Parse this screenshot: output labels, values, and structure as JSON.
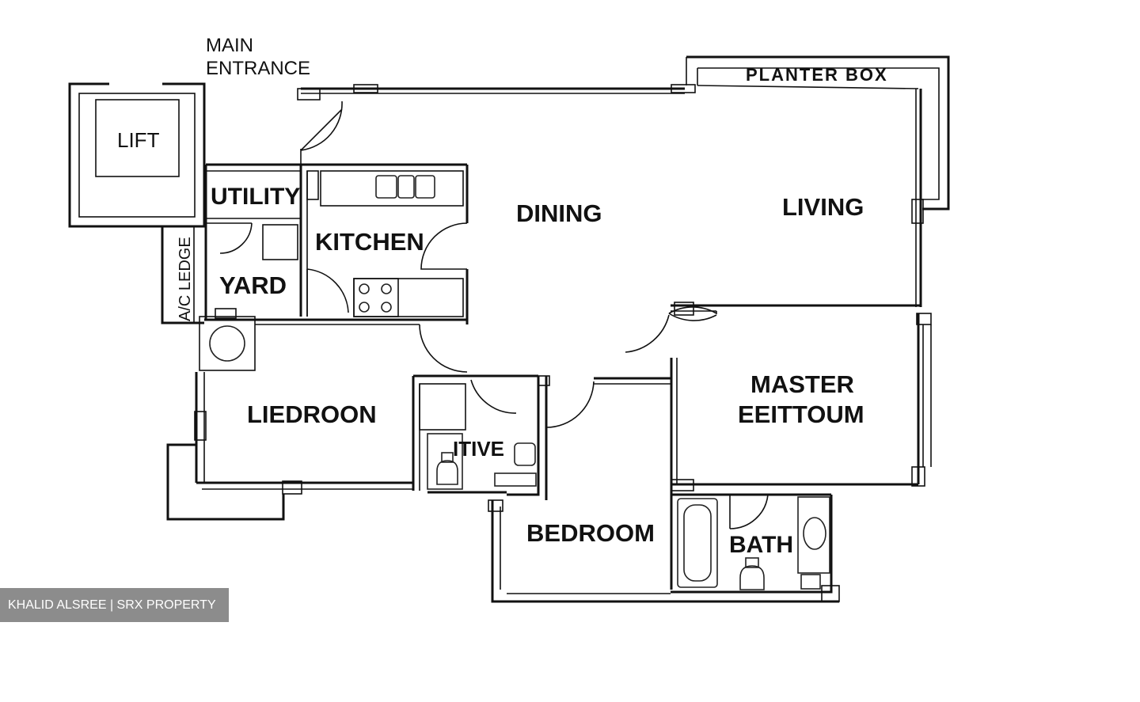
{
  "plan": {
    "labels": {
      "main_entrance_line1": "MAIN",
      "main_entrance_line2": "ENTRANCE",
      "lift": "LIFT",
      "planter_box": "PLANTER BOX",
      "utility": "UTILITY",
      "kitchen": "KITCHEN",
      "dining": "DINING",
      "living": "LIVING",
      "yard": "YARD",
      "ac_ledge": "A/C LEDGE",
      "bedroom_left": "LIEDROON",
      "wc": "ITIVE",
      "master_line1": "MASTER",
      "master_line2": "EEITTOUM",
      "bedroom": "BEDROOM",
      "bath": "BATH"
    }
  },
  "watermark": {
    "text": "KHALID ALSREE | SRX PROPERTY"
  }
}
